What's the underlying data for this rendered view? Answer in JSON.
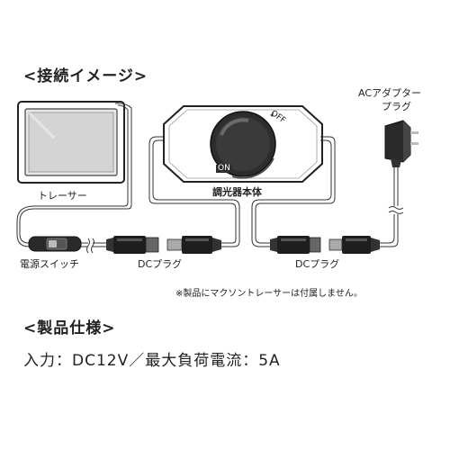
{
  "connection": {
    "heading": "<接続イメージ>",
    "tracer_label": "トレーサー",
    "adapter_label_line1": "ACアダプター",
    "adapter_label_line2": "プラグ",
    "dimmer_label": "調光器本体",
    "dial_on": "ON",
    "dial_off": "OFF",
    "switch_label": "電源スイッチ",
    "dc_plug_left": "DCプラグ",
    "dc_plug_right": "DCプラグ",
    "note": "※製品にマクソントレーサーは付属しません。"
  },
  "spec": {
    "heading": "<製品仕様>",
    "line": "入力：DC12V／最大負荷電流：5A"
  }
}
